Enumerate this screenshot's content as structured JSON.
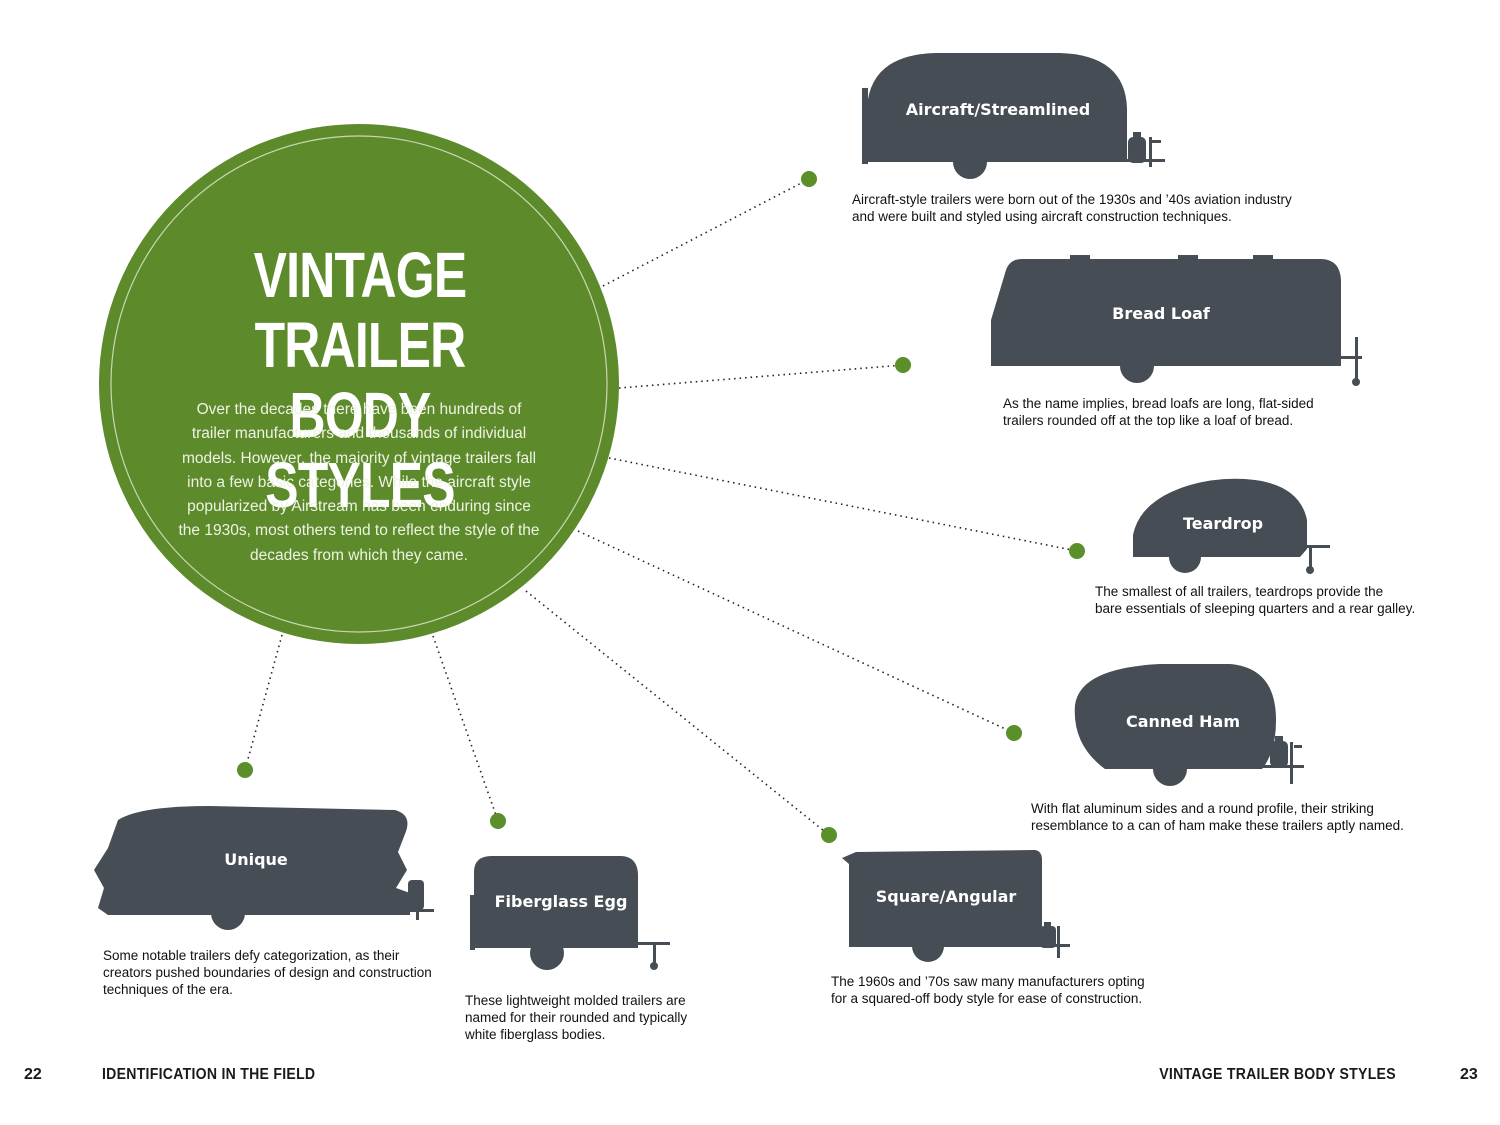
{
  "hub": {
    "title_lines": [
      "VINTAGE TRAILER",
      "BODY STYLES"
    ],
    "intro": "Over the decades there have been hundreds of trailer manufacturers and thousands of individual models. However, the majority of vintage trailers fall into a few basic categories. While the aircraft style popularized by Airstream has been enduring since the 1930s, most others tend to reflect the style of the decades from which they came."
  },
  "styles": [
    {
      "name": "Aircraft/Streamlined",
      "description": "Aircraft-style trailers were born out of the 1930s and ’40s aviation industry\nand were built and styled using aircraft construction techniques."
    },
    {
      "name": "Bread Loaf",
      "description": "As the name implies, bread loafs are long, flat-sided\ntrailers rounded off at the top like a loaf of bread."
    },
    {
      "name": "Teardrop",
      "description": "The smallest of all trailers, teardrops provide the\nbare essentials of sleeping quarters and a rear galley."
    },
    {
      "name": "Canned Ham",
      "description": "With flat aluminum sides and a round profile, their striking\nresemblance to a can of ham make these trailers aptly named."
    },
    {
      "name": "Square/Angular",
      "description": "The 1960s and ’70s saw many manufacturers opting\nfor a squared-off body style for ease of construction."
    },
    {
      "name": "Fiberglass Egg",
      "description": "These lightweight molded trailers are\nnamed for their rounded and typically\nwhite fiberglass bodies."
    },
    {
      "name": "Unique",
      "description": "Some notable trailers defy categorization, as their\ncreators pushed boundaries of design and construction\ntechniques of the era."
    }
  ],
  "footer": {
    "left_page_number": "22",
    "left_section": "IDENTIFICATION IN THE FIELD",
    "right_section": "VINTAGE TRAILER BODY STYLES",
    "right_page_number": "23"
  },
  "colors": {
    "hub_green": "#5d8a2a",
    "node_dot": "#5b8f2a",
    "trailer_silhouette": "#474d54",
    "connector": "#222222"
  }
}
